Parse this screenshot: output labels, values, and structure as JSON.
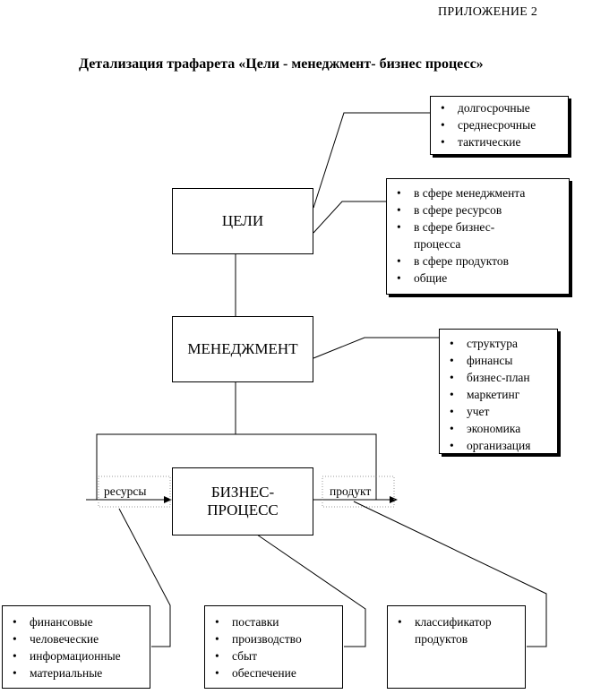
{
  "header": {
    "appendix": "ПРИЛОЖЕНИЕ 2",
    "title": "Детализация трафарета «Цели - менеджмент- бизнес процесс»"
  },
  "nodes": {
    "goals": "ЦЕЛИ",
    "management": "МЕНЕДЖМЕНТ",
    "business_process_line1": "БИЗНЕС-",
    "business_process_line2": "ПРОЦЕСС"
  },
  "flows": {
    "input": "ресурсы",
    "output": "продукт"
  },
  "lists": {
    "goal_terms": [
      "долгосрочные",
      "среднесрочные",
      "тактические"
    ],
    "goal_spheres": [
      "в сфере менеджмента",
      "в сфере ресурсов",
      "в сфере бизнес-процесса",
      "в сфере продуктов",
      "общие"
    ],
    "management_items": [
      "структура",
      "финансы",
      "бизнес-план",
      "маркетинг",
      "учет",
      "экономика",
      "организация"
    ],
    "resources": [
      "финансовые",
      "человеческие",
      "информационные",
      "материальные"
    ],
    "process_items": [
      "поставки",
      "производство",
      "сбыт",
      "обеспечение"
    ],
    "products": [
      "классификатор продуктов"
    ]
  }
}
